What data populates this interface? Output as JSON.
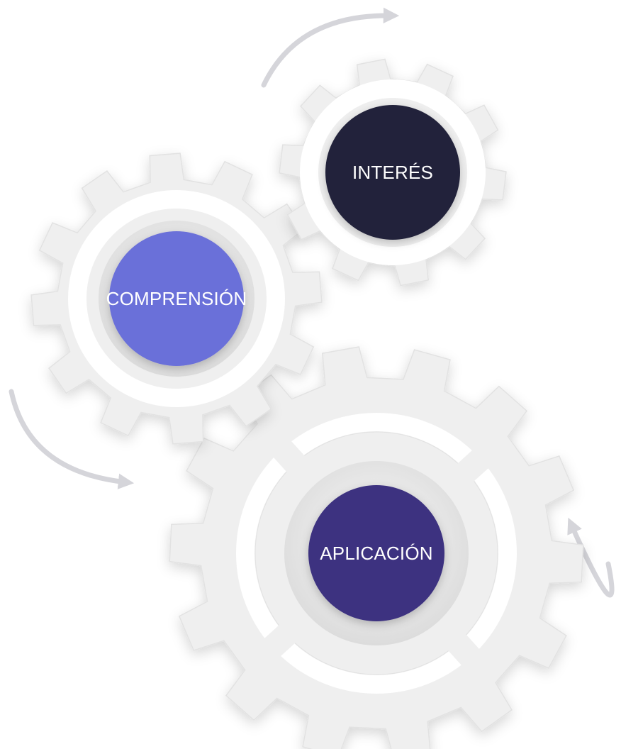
{
  "diagram": {
    "gears": [
      {
        "key": "interes",
        "label": "INTERÉS",
        "color": "#23243a"
      },
      {
        "key": "comprension",
        "label": "COMPRENSIÓN",
        "color": "#6b6fd9"
      },
      {
        "key": "aplicacion",
        "label": "APLICACIÓN",
        "color": "#3d3280"
      }
    ],
    "colors": {
      "gear_body": "#efefef",
      "gear_edge": "#e2e2e2",
      "arrow": "#d5d5da"
    }
  }
}
